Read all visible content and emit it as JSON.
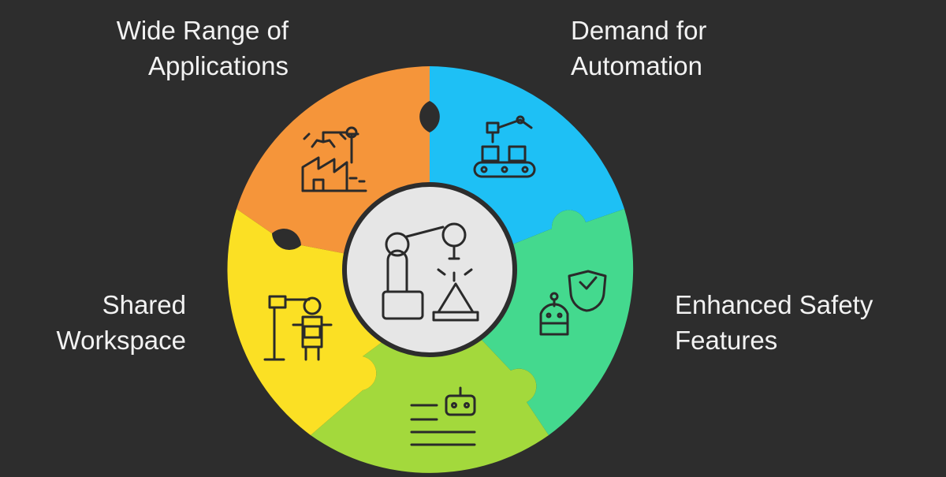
{
  "labels": {
    "wide_range": [
      "Wide Range of",
      "Applications"
    ],
    "demand": [
      "Demand for",
      "Automation"
    ],
    "shared": [
      "Shared",
      "Workspace"
    ],
    "safety": [
      "Enhanced Safety",
      "Features"
    ]
  },
  "colors": {
    "background": "#2d2d2d",
    "orange": "#f5953a",
    "blue": "#1ec0f5",
    "green": "#44d98e",
    "lime": "#a3d93c",
    "yellow": "#fbe024",
    "center": "#e6e6e6",
    "icon_stroke": "#2a2a2a"
  },
  "icons": {
    "orange": "factory-robot-arm-icon",
    "blue": "conveyor-robot-arm-icon",
    "green": "robot-safety-shield-icon",
    "lime": "robot-document-icon",
    "yellow": "robot-workstation-icon",
    "center": "collaborative-robot-welding-icon"
  }
}
